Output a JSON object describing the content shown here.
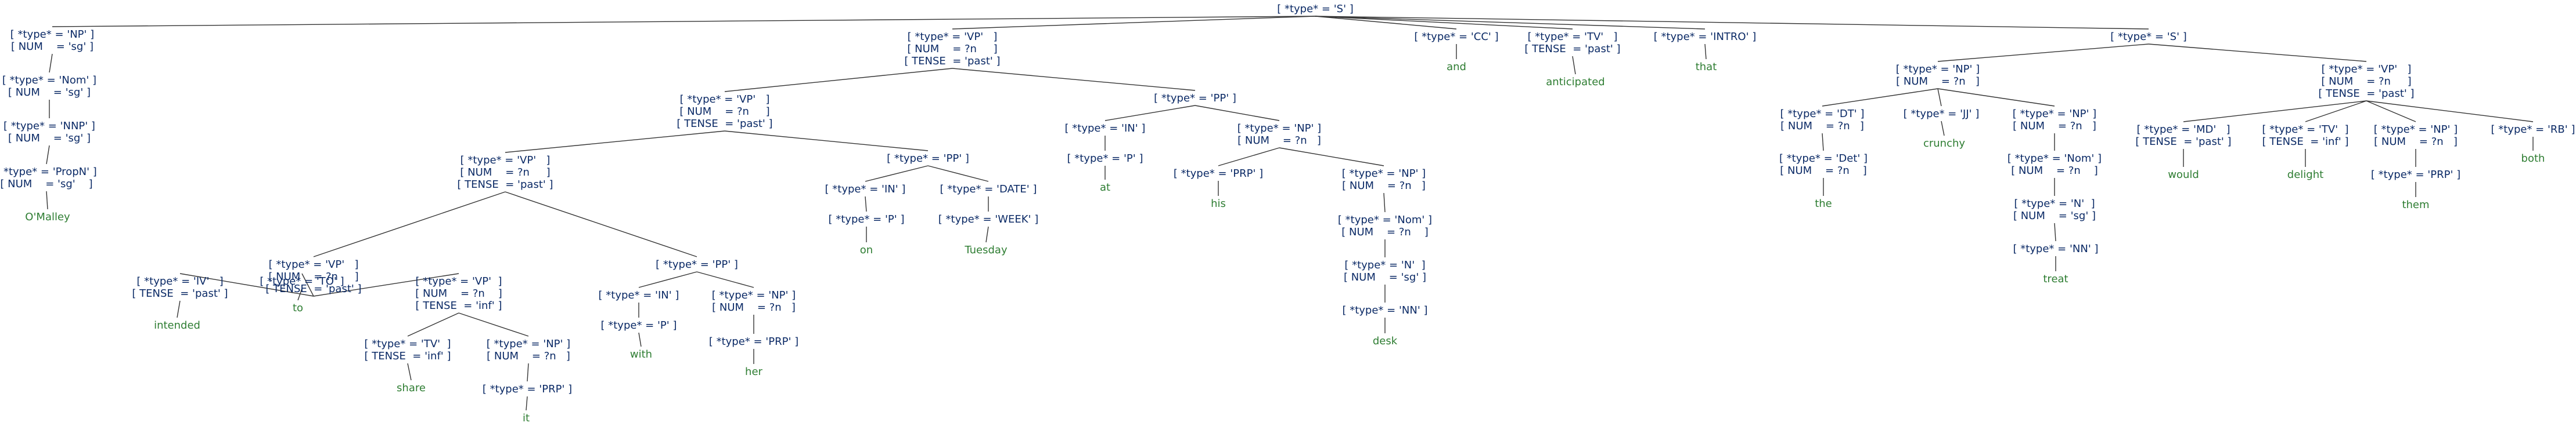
{
  "colors": {
    "node_text": "#0b2a66",
    "leaf_text": "#2e7d32",
    "edge": "#333333"
  },
  "tree": {
    "id": "S",
    "lines": [
      "[ *type* = 'S' ]"
    ],
    "children": [
      {
        "id": "np1",
        "lines": [
          "[ *type* = 'NP' ]",
          "[ NUM    = 'sg' ]"
        ],
        "children": [
          {
            "id": "nom1",
            "lines": [
              "[ *type* = 'Nom' ]",
              "[ NUM    = 'sg' ]"
            ],
            "children": [
              {
                "id": "nnp1",
                "lines": [
                  "[ *type* = 'NNP' ]",
                  "[ NUM    = 'sg' ]"
                ],
                "children": [
                  {
                    "id": "propn1",
                    "lines": [
                      "[ *type* = 'PropN' ]",
                      "[ NUM    = 'sg'    ]"
                    ],
                    "children": [
                      {
                        "id": "leaf-omalley",
                        "leaf": "O'Malley"
                      }
                    ]
                  }
                ]
              }
            ]
          }
        ]
      },
      {
        "id": "vp1",
        "lines": [
          "[ *type* = 'VP'   ]",
          "[ NUM    = ?n     ]",
          "[ TENSE  = 'past' ]"
        ],
        "children": [
          {
            "id": "vp2",
            "lines": [
              "[ *type* = 'VP'   ]",
              "[ NUM    = ?n     ]",
              "[ TENSE  = 'past' ]"
            ],
            "children": [
              {
                "id": "vp3",
                "lines": [
                  "[ *type* = 'VP'   ]",
                  "[ NUM    = ?n     ]",
                  "[ TENSE  = 'past' ]"
                ],
                "children": [
                  {
                    "id": "vp4",
                    "lines": [
                      "[ *type* = 'VP'   ]",
                      "[ NUM    = ?n     ]",
                      "[ TENSE  = 'past' ]"
                    ],
                    "children": [
                      {
                        "id": "iv1",
                        "lines": [
                          "[ *type* = 'IV'   ]",
                          "[ TENSE  = 'past' ]"
                        ],
                        "children": [
                          {
                            "id": "leaf-intended",
                            "leaf": "intended"
                          }
                        ]
                      },
                      {
                        "id": "to1",
                        "lines": [
                          "[ *type* = 'TO' ]"
                        ],
                        "children": [
                          {
                            "id": "leaf-to",
                            "leaf": "to"
                          }
                        ]
                      },
                      {
                        "id": "vp5",
                        "lines": [
                          "[ *type* = 'VP'  ]",
                          "[ NUM    = ?n    ]",
                          "[ TENSE  = 'inf' ]"
                        ],
                        "children": [
                          {
                            "id": "tv1",
                            "lines": [
                              "[ *type* = 'TV'  ]",
                              "[ TENSE  = 'inf' ]"
                            ],
                            "children": [
                              {
                                "id": "leaf-share",
                                "leaf": "share"
                              }
                            ]
                          },
                          {
                            "id": "np2",
                            "lines": [
                              "[ *type* = 'NP' ]",
                              "[ NUM    = ?n   ]"
                            ],
                            "children": [
                              {
                                "id": "prp1",
                                "lines": [
                                  "[ *type* = 'PRP' ]"
                                ],
                                "children": [
                                  {
                                    "id": "leaf-it",
                                    "leaf": "it"
                                  }
                                ]
                              }
                            ]
                          }
                        ]
                      }
                    ]
                  },
                  {
                    "id": "pp1",
                    "lines": [
                      "[ *type* = 'PP' ]"
                    ],
                    "children": [
                      {
                        "id": "in1",
                        "lines": [
                          "[ *type* = 'IN' ]"
                        ],
                        "children": [
                          {
                            "id": "p1",
                            "lines": [
                              "[ *type* = 'P' ]"
                            ],
                            "children": [
                              {
                                "id": "leaf-with",
                                "leaf": "with"
                              }
                            ]
                          }
                        ]
                      },
                      {
                        "id": "np3",
                        "lines": [
                          "[ *type* = 'NP' ]",
                          "[ NUM    = ?n   ]"
                        ],
                        "children": [
                          {
                            "id": "prp2",
                            "lines": [
                              "[ *type* = 'PRP' ]"
                            ],
                            "children": [
                              {
                                "id": "leaf-her",
                                "leaf": "her"
                              }
                            ]
                          }
                        ]
                      }
                    ]
                  }
                ]
              },
              {
                "id": "pp2",
                "lines": [
                  "[ *type* = 'PP' ]"
                ],
                "children": [
                  {
                    "id": "in2",
                    "lines": [
                      "[ *type* = 'IN' ]"
                    ],
                    "children": [
                      {
                        "id": "p2",
                        "lines": [
                          "[ *type* = 'P' ]"
                        ],
                        "children": [
                          {
                            "id": "leaf-on",
                            "leaf": "on"
                          }
                        ]
                      }
                    ]
                  },
                  {
                    "id": "date1",
                    "lines": [
                      "[ *type* = 'DATE' ]"
                    ],
                    "children": [
                      {
                        "id": "week1",
                        "lines": [
                          "[ *type* = 'WEEK' ]"
                        ],
                        "children": [
                          {
                            "id": "leaf-tuesday",
                            "leaf": "Tuesday"
                          }
                        ]
                      }
                    ]
                  }
                ]
              }
            ]
          },
          {
            "id": "pp3",
            "lines": [
              "[ *type* = 'PP' ]"
            ],
            "children": [
              {
                "id": "in3",
                "lines": [
                  "[ *type* = 'IN' ]"
                ],
                "children": [
                  {
                    "id": "p3",
                    "lines": [
                      "[ *type* = 'P' ]"
                    ],
                    "children": [
                      {
                        "id": "leaf-at",
                        "leaf": "at"
                      }
                    ]
                  }
                ]
              },
              {
                "id": "np4",
                "lines": [
                  "[ *type* = 'NP' ]",
                  "[ NUM    = ?n   ]"
                ],
                "children": [
                  {
                    "id": "prp3",
                    "lines": [
                      "[ *type* = 'PRP' ]"
                    ],
                    "children": [
                      {
                        "id": "leaf-his",
                        "leaf": "his"
                      }
                    ]
                  },
                  {
                    "id": "np5",
                    "lines": [
                      "[ *type* = 'NP' ]",
                      "[ NUM    = ?n   ]"
                    ],
                    "children": [
                      {
                        "id": "nom2",
                        "lines": [
                          "[ *type* = 'Nom' ]",
                          "[ NUM    = ?n    ]"
                        ],
                        "children": [
                          {
                            "id": "n1",
                            "lines": [
                              "[ *type* = 'N'  ]",
                              "[ NUM    = 'sg' ]"
                            ],
                            "children": [
                              {
                                "id": "nn1",
                                "lines": [
                                  "[ *type* = 'NN' ]"
                                ],
                                "children": [
                                  {
                                    "id": "leaf-desk",
                                    "leaf": "desk"
                                  }
                                ]
                              }
                            ]
                          }
                        ]
                      }
                    ]
                  }
                ]
              }
            ]
          }
        ]
      },
      {
        "id": "cc1",
        "lines": [
          "[ *type* = 'CC' ]"
        ],
        "children": [
          {
            "id": "leaf-and",
            "leaf": "and"
          }
        ]
      },
      {
        "id": "tv2",
        "lines": [
          "[ *type* = 'TV'   ]",
          "[ TENSE  = 'past' ]"
        ],
        "children": [
          {
            "id": "leaf-anticipated",
            "leaf": "anticipated"
          }
        ]
      },
      {
        "id": "intro1",
        "lines": [
          "[ *type* = 'INTRO' ]"
        ],
        "children": [
          {
            "id": "leaf-that",
            "leaf": "that"
          }
        ]
      },
      {
        "id": "s2",
        "lines": [
          "[ *type* = 'S' ]"
        ],
        "children": [
          {
            "id": "np6",
            "lines": [
              "[ *type* = 'NP' ]",
              "[ NUM    = ?n   ]"
            ],
            "children": [
              {
                "id": "dt1",
                "lines": [
                  "[ *type* = 'DT' ]",
                  "[ NUM    = ?n   ]"
                ],
                "children": [
                  {
                    "id": "det1",
                    "lines": [
                      "[ *type* = 'Det' ]",
                      "[ NUM    = ?n    ]"
                    ],
                    "children": [
                      {
                        "id": "leaf-the",
                        "leaf": "the"
                      }
                    ]
                  }
                ]
              },
              {
                "id": "jj1",
                "lines": [
                  "[ *type* = 'JJ' ]"
                ],
                "children": [
                  {
                    "id": "leaf-crunchy",
                    "leaf": "crunchy"
                  }
                ]
              },
              {
                "id": "np7",
                "lines": [
                  "[ *type* = 'NP' ]",
                  "[ NUM    = ?n   ]"
                ],
                "children": [
                  {
                    "id": "nom3",
                    "lines": [
                      "[ *type* = 'Nom' ]",
                      "[ NUM    = ?n    ]"
                    ],
                    "children": [
                      {
                        "id": "n2",
                        "lines": [
                          "[ *type* = 'N'  ]",
                          "[ NUM    = 'sg' ]"
                        ],
                        "children": [
                          {
                            "id": "nn2",
                            "lines": [
                              "[ *type* = 'NN' ]"
                            ],
                            "children": [
                              {
                                "id": "leaf-treat",
                                "leaf": "treat"
                              }
                            ]
                          }
                        ]
                      }
                    ]
                  }
                ]
              }
            ]
          },
          {
            "id": "vp6",
            "lines": [
              "[ *type* = 'VP'   ]",
              "[ NUM    = ?n     ]",
              "[ TENSE  = 'past' ]"
            ],
            "children": [
              {
                "id": "md1",
                "lines": [
                  "[ *type* = 'MD'   ]",
                  "[ TENSE  = 'past' ]"
                ],
                "children": [
                  {
                    "id": "leaf-would",
                    "leaf": "would"
                  }
                ]
              },
              {
                "id": "tv3",
                "lines": [
                  "[ *type* = 'TV'  ]",
                  "[ TENSE  = 'inf' ]"
                ],
                "children": [
                  {
                    "id": "leaf-delight",
                    "leaf": "delight"
                  }
                ]
              },
              {
                "id": "np8",
                "lines": [
                  "[ *type* = 'NP' ]",
                  "[ NUM    = ?n   ]"
                ],
                "children": [
                  {
                    "id": "prp4",
                    "lines": [
                      "[ *type* = 'PRP' ]"
                    ],
                    "children": [
                      {
                        "id": "leaf-them",
                        "leaf": "them"
                      }
                    ]
                  }
                ]
              },
              {
                "id": "rb1",
                "lines": [
                  "[ *type* = 'RB' ]"
                ],
                "children": [
                  {
                    "id": "leaf-both",
                    "leaf": "both"
                  }
                ]
              }
            ]
          }
        ]
      }
    ]
  }
}
